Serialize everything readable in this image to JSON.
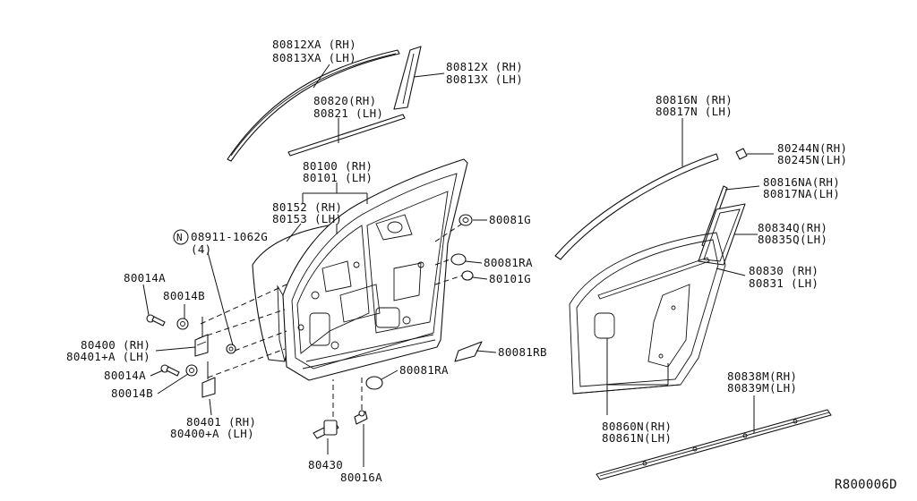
{
  "callouts": {
    "c80812xa": [
      "80812XA (RH)",
      "80813XA (LH)"
    ],
    "c80812x": [
      "80812X (RH)",
      "80813X (LH)"
    ],
    "c80820": [
      "80820(RH)",
      "80821 (LH)"
    ],
    "c80100": [
      "80100 (RH)",
      "80101 (LH)"
    ],
    "c80152": [
      "80152 (RH)",
      "80153 (LH)"
    ],
    "c08911": [
      "08911-1062G",
      "(4)"
    ],
    "c80014a_top": [
      "80014A"
    ],
    "c80014b_top": [
      "80014B"
    ],
    "c80400": [
      "80400 (RH)",
      "80401+A (LH)"
    ],
    "c80014a_bot": [
      "80014A"
    ],
    "c80014b_bot": [
      "80014B"
    ],
    "c80401": [
      "80401 (RH)",
      "80400+A (LH)"
    ],
    "c80430": [
      "80430"
    ],
    "c80016a": [
      "80016A"
    ],
    "c80081g": [
      "80081G"
    ],
    "c80081ra_1": [
      "80081RA"
    ],
    "c80101g": [
      "80101G"
    ],
    "c80081rb": [
      "80081RB"
    ],
    "c80081ra_2": [
      "80081RA"
    ],
    "c80816n": [
      "80816N (RH)",
      "80817N (LH)"
    ],
    "c80244n": [
      "80244N(RH)",
      "80245N(LH)"
    ],
    "c80816na": [
      "80816NA(RH)",
      "80817NA(LH)"
    ],
    "c80834q": [
      "80834Q(RH)",
      "80835Q(LH)"
    ],
    "c80830": [
      "80830 (RH)",
      "80831 (LH)"
    ],
    "c80838m": [
      "80838M(RH)",
      "80839M(LH)"
    ],
    "c80860n": [
      "80860N(RH)",
      "80861N(LH)"
    ]
  },
  "n_symbol": "N",
  "diagram_code": "R800006D"
}
